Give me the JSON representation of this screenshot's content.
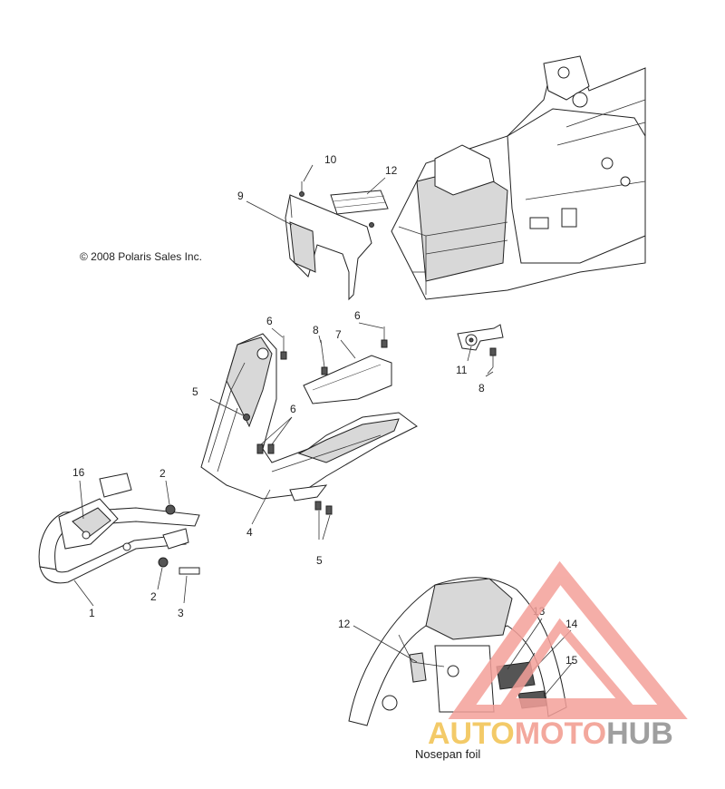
{
  "copyright": "© 2008 Polaris Sales Inc.",
  "caption": "Nosepan foil",
  "callouts": {
    "c1": "1",
    "c2a": "2",
    "c2b": "2",
    "c3": "3",
    "c4": "4",
    "c5a": "5",
    "c5b": "5",
    "c6a": "6",
    "c6b": "6",
    "c6c": "6",
    "c7": "7",
    "c8a": "8",
    "c8b": "8",
    "c9": "9",
    "c10": "10",
    "c11": "11",
    "c12a": "12",
    "c12b": "12",
    "c13": "13",
    "c14": "14",
    "c15": "15",
    "c16": "16"
  },
  "watermark": {
    "word_part1": "AUTO",
    "word_part2": "MOTO",
    "word_part3": "HUB",
    "colors": {
      "part1": "#f2c14e",
      "part2": "#f29a8c",
      "part3": "#8f8f8f",
      "mark": "#f4a09a"
    }
  }
}
